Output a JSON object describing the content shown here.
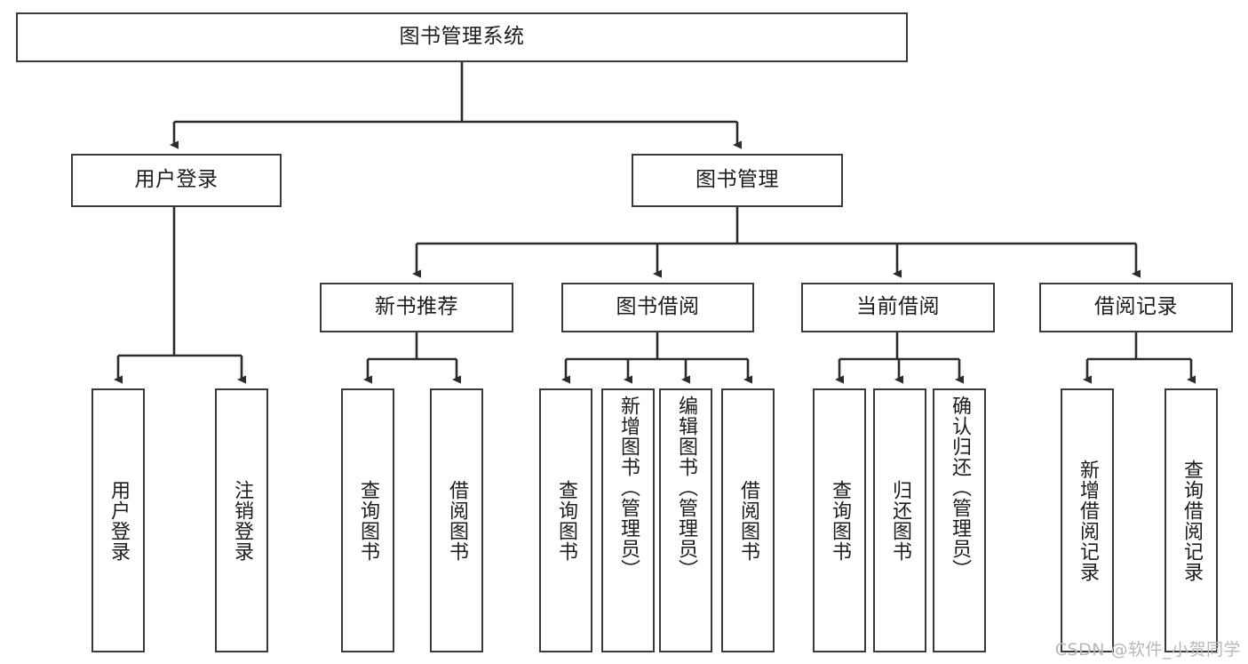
{
  "diagram": {
    "type": "tree",
    "title": "图书管理系统",
    "watermark": "CSDN @软件_小贺同学",
    "colors": {
      "node_border": "#3a3a3a",
      "node_fill": "#ffffff",
      "edge": "#2b2b2b",
      "text": "#1c1c1c",
      "watermark": "#b8b8b8",
      "background": "#ffffff"
    },
    "nodes": {
      "root": {
        "label": "图书管理系统"
      },
      "level2": [
        {
          "id": "user-login",
          "label": "用户登录"
        },
        {
          "id": "book-manage",
          "label": "图书管理"
        }
      ],
      "level3": [
        {
          "id": "new-book-recommend",
          "label": "新书推荐"
        },
        {
          "id": "book-borrow",
          "label": "图书借阅"
        },
        {
          "id": "current-borrow",
          "label": "当前借阅"
        },
        {
          "id": "borrow-record",
          "label": "借阅记录"
        }
      ],
      "leaves": [
        {
          "id": "leaf-user-login",
          "label": "用户登录",
          "parent": "user-login"
        },
        {
          "id": "leaf-user-logout",
          "label": "注销登录",
          "parent": "user-login"
        },
        {
          "id": "leaf-query-book-1",
          "label": "查询图书",
          "parent": "new-book-recommend"
        },
        {
          "id": "leaf-borrow-book-1",
          "label": "借阅图书",
          "parent": "new-book-recommend"
        },
        {
          "id": "leaf-query-book-2",
          "label": "查询图书",
          "parent": "book-borrow"
        },
        {
          "id": "leaf-add-book",
          "label": "新增图书（管理员）",
          "parent": "book-borrow"
        },
        {
          "id": "leaf-edit-book",
          "label": "编辑图书（管理员）",
          "parent": "book-borrow"
        },
        {
          "id": "leaf-borrow-book-2",
          "label": "借阅图书",
          "parent": "book-borrow"
        },
        {
          "id": "leaf-query-book-3",
          "label": "查询图书",
          "parent": "current-borrow"
        },
        {
          "id": "leaf-return-book",
          "label": "归还图书",
          "parent": "current-borrow"
        },
        {
          "id": "leaf-confirm-return",
          "label": "确认归还（管理员）",
          "parent": "current-borrow"
        },
        {
          "id": "leaf-add-record",
          "label": "新增借阅记录",
          "parent": "borrow-record"
        },
        {
          "id": "leaf-query-record",
          "label": "查询借阅记录",
          "parent": "borrow-record"
        }
      ]
    }
  }
}
